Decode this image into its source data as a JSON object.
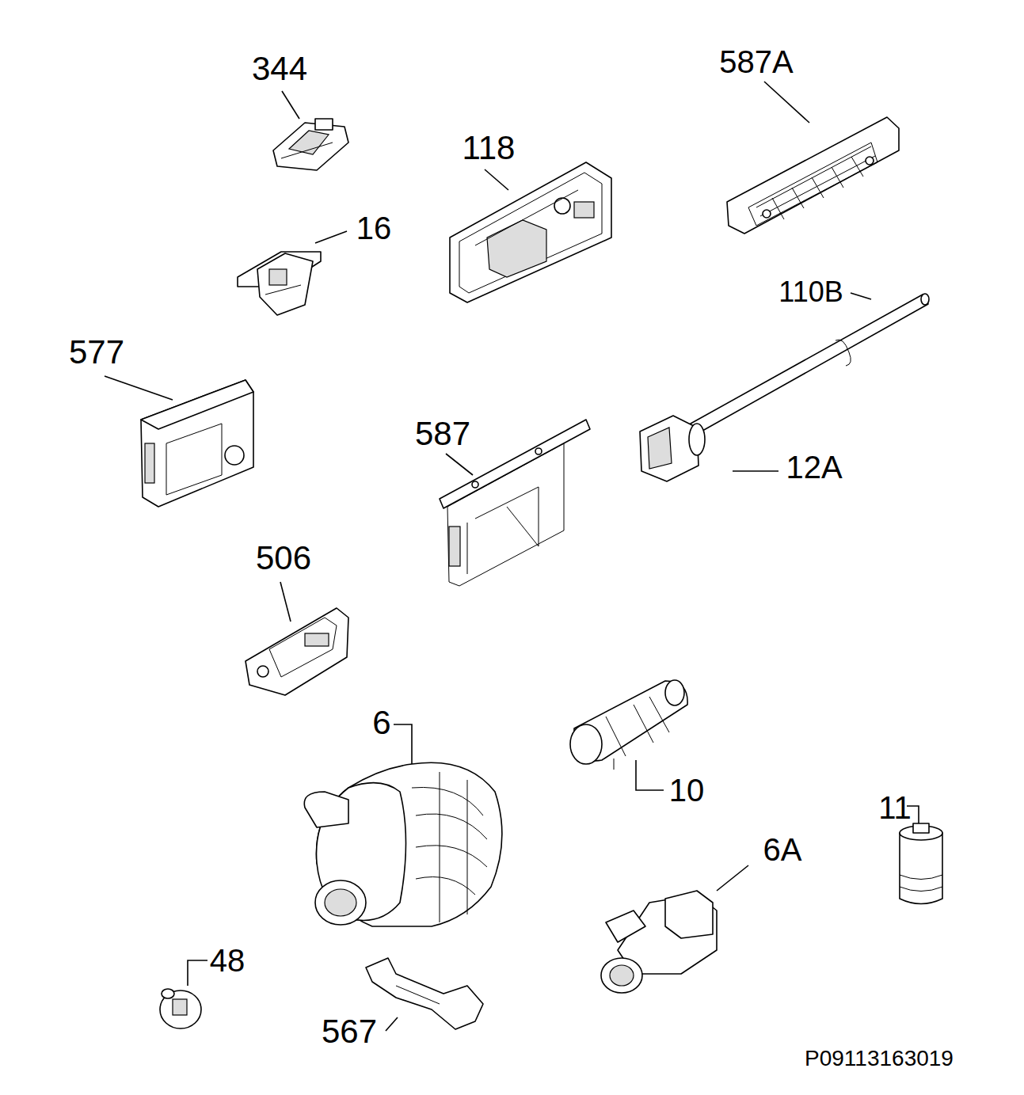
{
  "diagram": {
    "labels": [
      "344",
      "118",
      "587A",
      "16",
      "110B",
      "577",
      "12A",
      "587",
      "506",
      "6",
      "10",
      "11",
      "6A",
      "48",
      "567",
      "P09113163019"
    ]
  }
}
